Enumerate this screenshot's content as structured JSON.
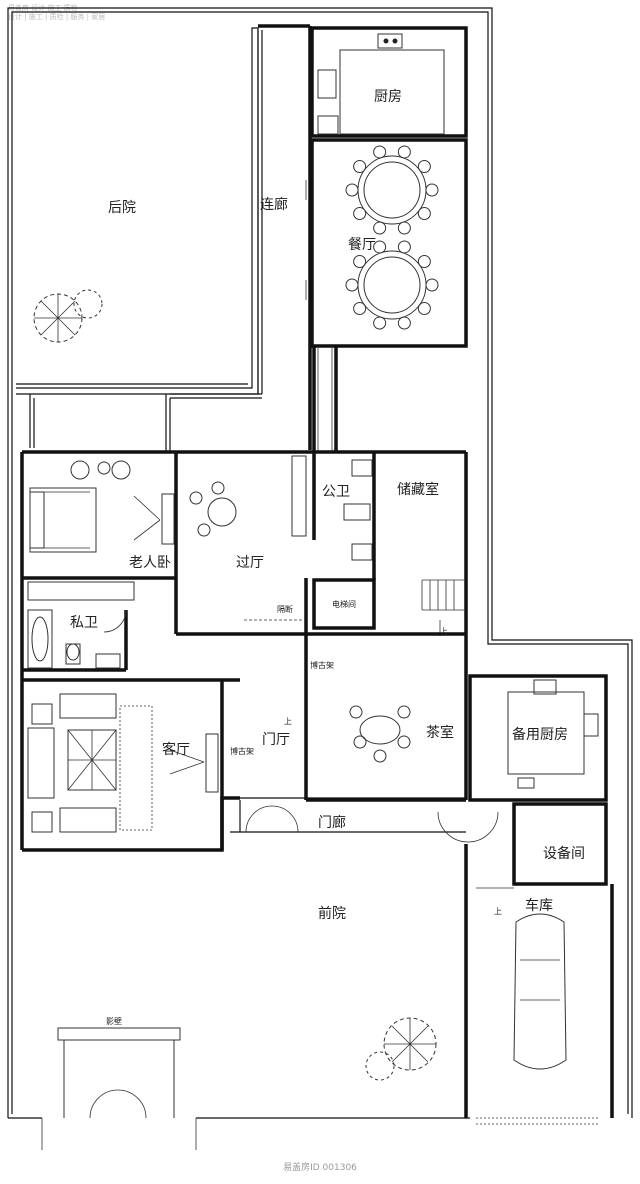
{
  "watermark": {
    "line1": "易盖房 设计·施工·质检",
    "line2": "设计 | 施工 | 质检 | 服务 | 家居"
  },
  "rooms": {
    "backyard": "后院",
    "corridor": "连廊",
    "kitchen": "厨房",
    "dining": "餐厅",
    "elder_bedroom": "老人卧",
    "hall": "过厅",
    "public_bath": "公卫",
    "storage": "储藏室",
    "private_bath": "私卫",
    "elevator": "电梯间",
    "partition": "隔断",
    "shelf_1": "博古架",
    "shelf_2": "博古架",
    "living": "客厅",
    "foyer": "门厅",
    "tea_room": "茶室",
    "spare_kitchen": "备用厨房",
    "porch": "门廊",
    "equipment": "设备间",
    "front_yard": "前院",
    "garage": "车库",
    "screen_wall": "影壁"
  },
  "markers": {
    "up_stair": "上",
    "up_foyer": "上",
    "up_garage": "上"
  },
  "footer": "易盖房ID 001306"
}
